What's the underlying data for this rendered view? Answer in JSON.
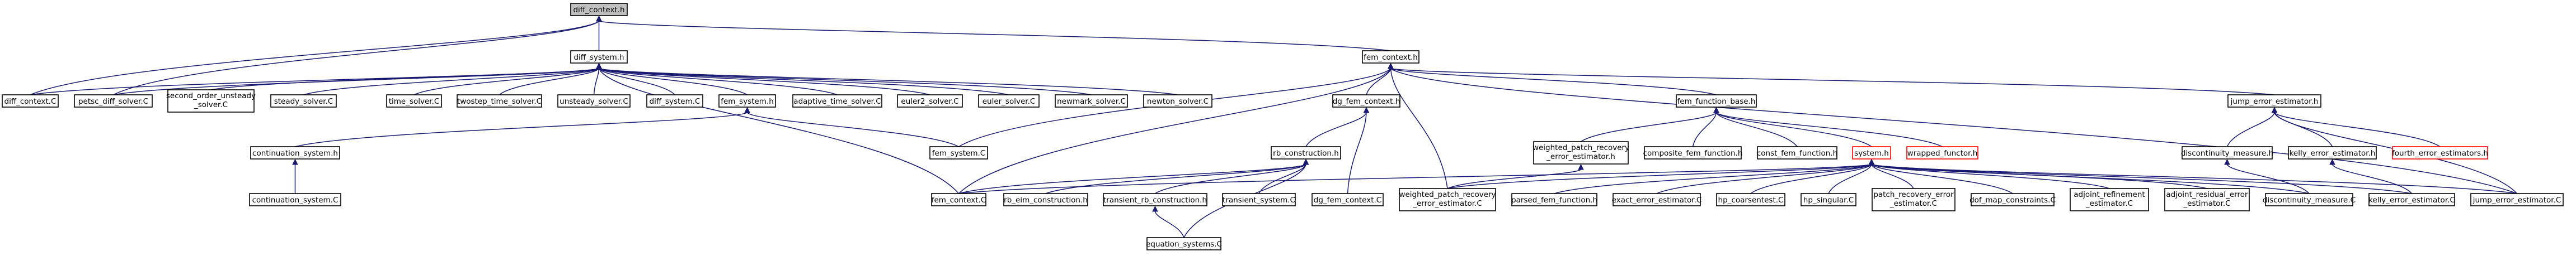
{
  "graph": {
    "colors": {
      "edge": "#191970",
      "node_border": "#000000",
      "node_fill": "#ffffff",
      "current_fill": "#c0c0c0",
      "incomplete_border": "#ff0000"
    },
    "nodes": {
      "diff_context_h": {
        "lines": [
          "diff_context.h"
        ]
      },
      "diff_system_h": {
        "lines": [
          "diff_system.h"
        ]
      },
      "fem_context_h": {
        "lines": [
          "fem_context.h"
        ]
      },
      "diff_context_C": {
        "lines": [
          "diff_context.C"
        ]
      },
      "petsc_diff_solver_C": {
        "lines": [
          "petsc_diff_solver.C"
        ]
      },
      "second_order_unsteady_solver_C": {
        "lines": [
          "second_order_unsteady",
          "_solver.C"
        ]
      },
      "steady_solver_C": {
        "lines": [
          "steady_solver.C"
        ]
      },
      "time_solver_C": {
        "lines": [
          "time_solver.C"
        ]
      },
      "twostep_time_solver_C": {
        "lines": [
          "twostep_time_solver.C"
        ]
      },
      "unsteady_solver_C": {
        "lines": [
          "unsteady_solver.C"
        ]
      },
      "diff_system_C": {
        "lines": [
          "diff_system.C"
        ]
      },
      "fem_system_h": {
        "lines": [
          "fem_system.h"
        ]
      },
      "adaptive_time_solver_C": {
        "lines": [
          "adaptive_time_solver.C"
        ]
      },
      "euler2_solver_C": {
        "lines": [
          "euler2_solver.C"
        ]
      },
      "euler_solver_C": {
        "lines": [
          "euler_solver.C"
        ]
      },
      "newmark_solver_C": {
        "lines": [
          "newmark_solver.C"
        ]
      },
      "newton_solver_C": {
        "lines": [
          "newton_solver.C"
        ]
      },
      "continuation_system_h": {
        "lines": [
          "continuation_system.h"
        ]
      },
      "continuation_system_C": {
        "lines": [
          "continuation_system.C"
        ]
      },
      "fem_system_C": {
        "lines": [
          "fem_system.C"
        ]
      },
      "dg_fem_context_h": {
        "lines": [
          "dg_fem_context.h"
        ]
      },
      "rb_construction_h": {
        "lines": [
          "rb_construction.h"
        ]
      },
      "fem_function_base_h": {
        "lines": [
          "fem_function_base.h"
        ]
      },
      "jump_error_estimator_h": {
        "lines": [
          "jump_error_estimator.h"
        ]
      },
      "weighted_patch_recovery_error_estimator_h": {
        "lines": [
          "weighted_patch_recovery",
          "_error_estimator.h"
        ]
      },
      "composite_fem_function_h": {
        "lines": [
          "composite_fem_function.h"
        ]
      },
      "const_fem_function_h": {
        "lines": [
          "const_fem_function.h"
        ]
      },
      "system_h": {
        "lines": [
          "system.h"
        ]
      },
      "wrapped_functor_h": {
        "lines": [
          "wrapped_functor.h"
        ]
      },
      "discontinuity_measure_h": {
        "lines": [
          "discontinuity_measure.h"
        ]
      },
      "kelly_error_estimator_h": {
        "lines": [
          "kelly_error_estimator.h"
        ]
      },
      "fourth_error_estimators_h": {
        "lines": [
          "fourth_error_estimators.h"
        ]
      },
      "fem_context_C": {
        "lines": [
          "fem_context.C"
        ]
      },
      "rb_eim_construction_h": {
        "lines": [
          "rb_eim_construction.h"
        ]
      },
      "transient_rb_construction_h": {
        "lines": [
          "transient_rb_construction.h"
        ]
      },
      "transient_system_C": {
        "lines": [
          "transient_system.C"
        ]
      },
      "dg_fem_context_C": {
        "lines": [
          "dg_fem_context.C"
        ]
      },
      "weighted_patch_recovery_error_estimator_C": {
        "lines": [
          "weighted_patch_recovery",
          "_error_estimator.C"
        ]
      },
      "parsed_fem_function_h": {
        "lines": [
          "parsed_fem_function.h"
        ]
      },
      "exact_error_estimator_C": {
        "lines": [
          "exact_error_estimator.C"
        ]
      },
      "hp_coarsentest_C": {
        "lines": [
          "hp_coarsentest.C"
        ]
      },
      "hp_singular_C": {
        "lines": [
          "hp_singular.C"
        ]
      },
      "patch_recovery_error_estimator_C": {
        "lines": [
          "patch_recovery_error",
          "_estimator.C"
        ]
      },
      "dof_map_constraints_C": {
        "lines": [
          "dof_map_constraints.C"
        ]
      },
      "adjoint_refinement_estimator_C": {
        "lines": [
          "adjoint_refinement",
          "_estimator.C"
        ]
      },
      "adjoint_residual_error_estimator_C": {
        "lines": [
          "adjoint_residual_error",
          "_estimator.C"
        ]
      },
      "discontinuity_measure_C": {
        "lines": [
          "discontinuity_measure.C"
        ]
      },
      "kelly_error_estimator_C": {
        "lines": [
          "kelly_error_estimator.C"
        ]
      },
      "jump_error_estimator_C": {
        "lines": [
          "jump_error_estimator.C"
        ]
      },
      "equation_systems_C": {
        "lines": [
          "equation_systems.C"
        ]
      }
    },
    "edges": [
      [
        "diff_system_h",
        "diff_context_h"
      ],
      [
        "fem_context_h",
        "diff_context_h"
      ],
      [
        "diff_context_C",
        "diff_context_h"
      ],
      [
        "petsc_diff_solver_C",
        "diff_context_h"
      ],
      [
        "diff_context_C",
        "diff_system_h"
      ],
      [
        "petsc_diff_solver_C",
        "diff_system_h"
      ],
      [
        "second_order_unsteady_solver_C",
        "diff_system_h"
      ],
      [
        "steady_solver_C",
        "diff_system_h"
      ],
      [
        "time_solver_C",
        "diff_system_h"
      ],
      [
        "twostep_time_solver_C",
        "diff_system_h"
      ],
      [
        "unsteady_solver_C",
        "diff_system_h"
      ],
      [
        "diff_system_C",
        "diff_system_h"
      ],
      [
        "fem_system_h",
        "diff_system_h"
      ],
      [
        "adaptive_time_solver_C",
        "diff_system_h"
      ],
      [
        "euler2_solver_C",
        "diff_system_h"
      ],
      [
        "euler_solver_C",
        "diff_system_h"
      ],
      [
        "newmark_solver_C",
        "diff_system_h"
      ],
      [
        "newton_solver_C",
        "diff_system_h"
      ],
      [
        "fem_context_C",
        "diff_system_h"
      ],
      [
        "continuation_system_h",
        "fem_system_h"
      ],
      [
        "fem_system_C",
        "fem_system_h"
      ],
      [
        "continuation_system_C",
        "continuation_system_h"
      ],
      [
        "dg_fem_context_h",
        "fem_context_h"
      ],
      [
        "fem_function_base_h",
        "fem_context_h"
      ],
      [
        "jump_error_estimator_h",
        "fem_context_h"
      ],
      [
        "fem_system_C",
        "fem_context_h"
      ],
      [
        "fem_context_C",
        "fem_context_h"
      ],
      [
        "weighted_patch_recovery_error_estimator_C",
        "fem_context_h"
      ],
      [
        "jump_error_estimator_C",
        "fem_context_h"
      ],
      [
        "rb_construction_h",
        "dg_fem_context_h"
      ],
      [
        "dg_fem_context_C",
        "dg_fem_context_h"
      ],
      [
        "weighted_patch_recovery_error_estimator_h",
        "fem_function_base_h"
      ],
      [
        "composite_fem_function_h",
        "fem_function_base_h"
      ],
      [
        "const_fem_function_h",
        "fem_function_base_h"
      ],
      [
        "system_h",
        "fem_function_base_h"
      ],
      [
        "wrapped_functor_h",
        "fem_function_base_h"
      ],
      [
        "weighted_patch_recovery_error_estimator_C",
        "weighted_patch_recovery_error_estimator_h"
      ],
      [
        "discontinuity_measure_h",
        "jump_error_estimator_h"
      ],
      [
        "kelly_error_estimator_h",
        "jump_error_estimator_h"
      ],
      [
        "fourth_error_estimators_h",
        "jump_error_estimator_h"
      ],
      [
        "jump_error_estimator_C",
        "jump_error_estimator_h"
      ],
      [
        "discontinuity_measure_C",
        "discontinuity_measure_h"
      ],
      [
        "kelly_error_estimator_C",
        "kelly_error_estimator_h"
      ],
      [
        "fem_context_C",
        "rb_construction_h"
      ],
      [
        "rb_eim_construction_h",
        "rb_construction_h"
      ],
      [
        "transient_rb_construction_h",
        "rb_construction_h"
      ],
      [
        "transient_system_C",
        "rb_construction_h"
      ],
      [
        "equation_systems_C",
        "rb_construction_h"
      ],
      [
        "equation_systems_C",
        "transient_rb_construction_h"
      ],
      [
        "fem_context_C",
        "system_h"
      ],
      [
        "weighted_patch_recovery_error_estimator_C",
        "system_h"
      ],
      [
        "parsed_fem_function_h",
        "system_h"
      ],
      [
        "exact_error_estimator_C",
        "system_h"
      ],
      [
        "hp_coarsentest_C",
        "system_h"
      ],
      [
        "hp_singular_C",
        "system_h"
      ],
      [
        "patch_recovery_error_estimator_C",
        "system_h"
      ],
      [
        "dof_map_constraints_C",
        "system_h"
      ],
      [
        "adjoint_refinement_estimator_C",
        "system_h"
      ],
      [
        "adjoint_residual_error_estimator_C",
        "system_h"
      ],
      [
        "discontinuity_measure_C",
        "system_h"
      ],
      [
        "kelly_error_estimator_C",
        "system_h"
      ],
      [
        "jump_error_estimator_C",
        "system_h"
      ]
    ]
  }
}
